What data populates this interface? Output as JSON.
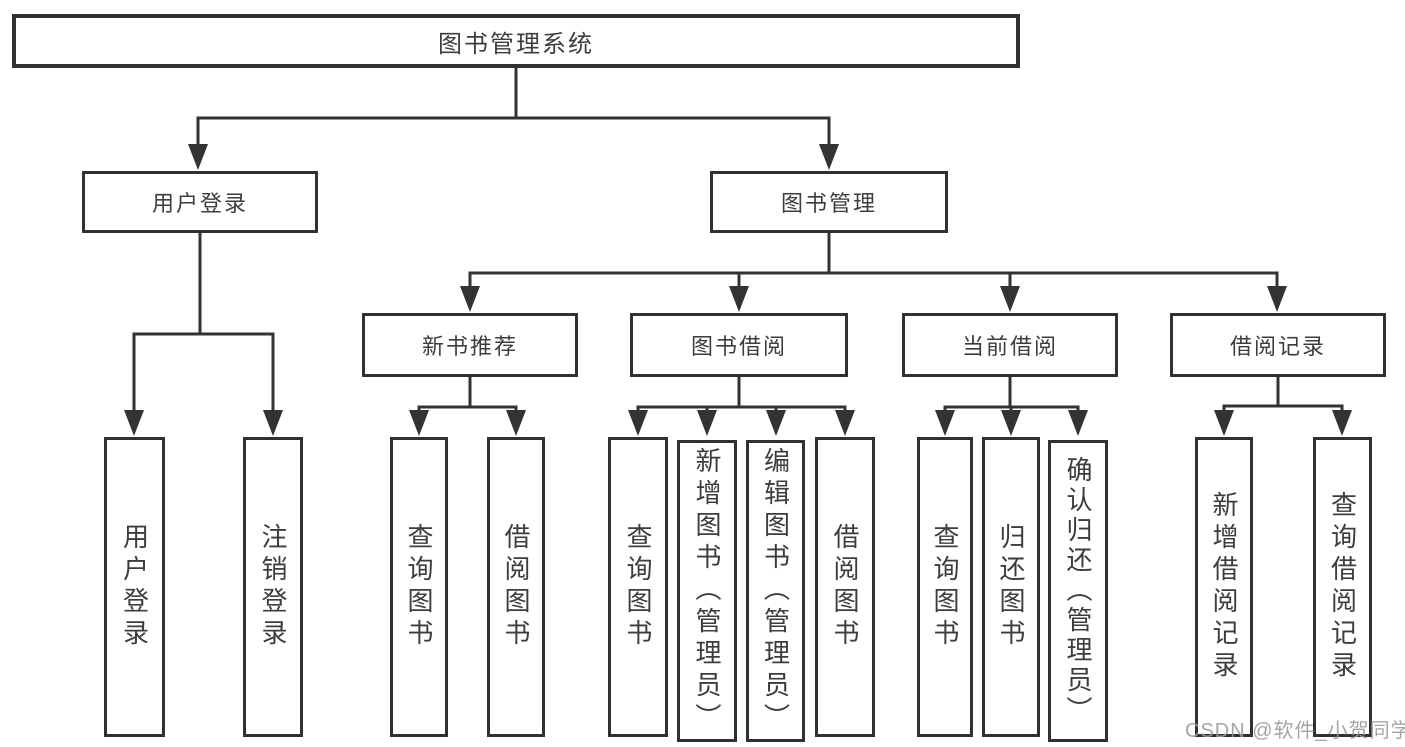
{
  "diagram": {
    "root": {
      "label": "图书管理系统"
    },
    "level2": [
      {
        "label": "用户登录",
        "leaves": [
          "用户登录",
          "注销登录"
        ]
      },
      {
        "label": "图书管理",
        "groups": [
          {
            "label": "新书推荐",
            "leaves": [
              "查询图书",
              "借阅图书"
            ]
          },
          {
            "label": "图书借阅",
            "leaves": [
              "查询图书",
              "新增图书（管理员）",
              "编辑图书（管理员）",
              "借阅图书"
            ]
          },
          {
            "label": "当前借阅",
            "leaves": [
              "查询图书",
              "归还图书",
              "确认归还（管理员）"
            ]
          },
          {
            "label": "借阅记录",
            "leaves": [
              "新增借阅记录",
              "查询借阅记录"
            ]
          }
        ]
      }
    ]
  },
  "watermark": {
    "text": "CSDN @软件_小贺同学"
  },
  "colors": {
    "line": "#333333",
    "text": "#3d3d3d",
    "watermark": "#9c9c9c",
    "background": "#ffffff"
  }
}
